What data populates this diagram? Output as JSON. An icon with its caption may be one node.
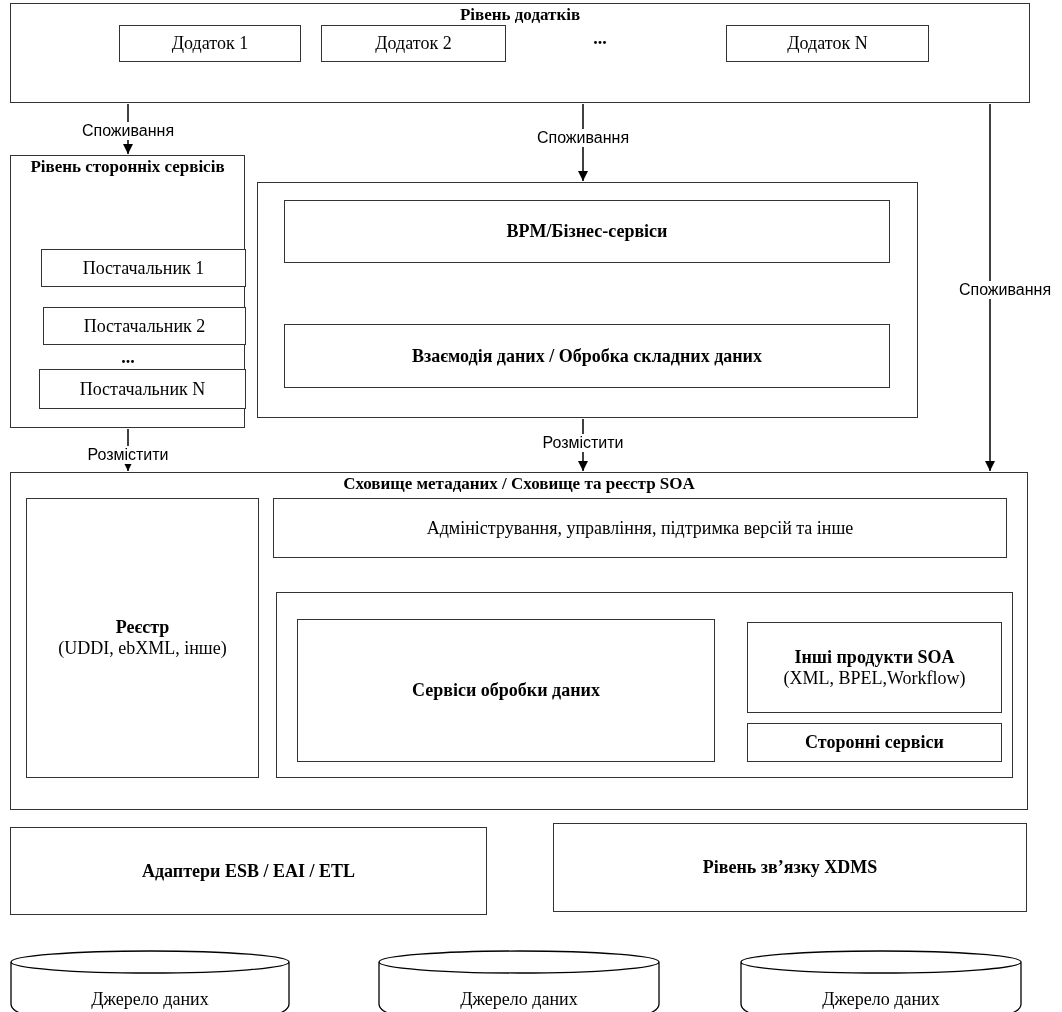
{
  "diagram": {
    "nodes": [
      {
        "text": [
          "Рівень додатків"
        ]
      },
      {
        "text": [
          "Додаток 1"
        ],
        "in": 0
      },
      {
        "text": [
          "Додаток 2"
        ],
        "in": 0
      },
      {
        "text": [
          "Додаток N"
        ],
        "in": 0
      },
      {
        "text": [
          "Рівень сторонніх сервісів"
        ]
      },
      {
        "text": [
          "Постачальник 1"
        ],
        "in": 4
      },
      {
        "text": [
          "Постачальник 2"
        ],
        "in": 4
      },
      {
        "text": [
          "Постачальник N"
        ],
        "in": 4
      },
      {
        "text": [],
        "shape": "box"
      },
      {
        "text": [
          "BPM/Бізнес-сервіси"
        ],
        "in": 8
      },
      {
        "text": [
          "Взаємодія даних / Обробка складних даних"
        ],
        "in": 8
      },
      {
        "text": [
          "Сховище метаданих / Сховище та реєстр SOA"
        ]
      },
      {
        "text": [
          "Реєстр",
          "(UDDI, ebXML, інше)"
        ],
        "in": 11
      },
      {
        "text": [
          "Адміністрування, управління, підтримка версій та інше"
        ],
        "in": 11
      },
      {
        "text": [],
        "shape": "box",
        "in": 11
      },
      {
        "text": [
          "Сервіси обробки даних"
        ],
        "in": 14
      },
      {
        "text": [
          "Інші продукти SOA",
          "(XML, BPEL,Workflow)"
        ],
        "in": 14
      },
      {
        "text": [
          "Сторонні сервіси"
        ],
        "in": 14
      },
      {
        "text": [
          "Адаптери ESB / EAI / ETL"
        ]
      },
      {
        "text": [
          "Рівень зв’язку XDMS"
        ]
      },
      {
        "text": [
          "Джерело даних"
        ]
      },
      {
        "text": [
          "Джерело даних"
        ]
      },
      {
        "text": [
          "Джерело даних"
        ]
      }
    ],
    "edges": [
      {
        "from": 0,
        "to": 4,
        "arrow": "to",
        "label": "Споживання"
      },
      {
        "from": 0,
        "to": 8,
        "arrow": "to",
        "label": "Споживання"
      },
      {
        "from": 0,
        "to": 11,
        "arrow": "to",
        "label": "Споживання"
      },
      {
        "from": 4,
        "to": 11,
        "arrow": "to",
        "label": "Розмістити"
      },
      {
        "from": 8,
        "to": 11,
        "arrow": "to",
        "label": "Розмістити"
      }
    ],
    "labels": [
      "...",
      "..."
    ]
  }
}
